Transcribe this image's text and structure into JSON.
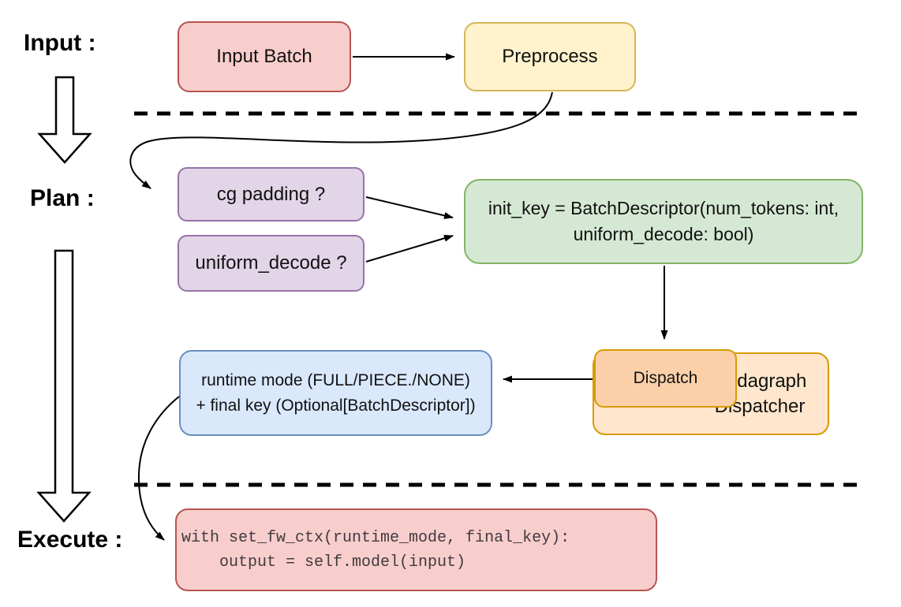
{
  "diagram": {
    "stage_labels": {
      "input": "Input :",
      "plan": "Plan :",
      "execute": "Execute :"
    },
    "nodes": {
      "input_batch": {
        "label": "Input Batch"
      },
      "preprocess": {
        "label": "Preprocess"
      },
      "cg_padding": {
        "label": "cg padding ?"
      },
      "uniform_decode": {
        "label": "uniform_decode ?"
      },
      "init_key": {
        "line1": "init_key = BatchDescriptor(num_tokens: int,",
        "line2": "uniform_decode: bool)"
      },
      "runtime_mode": {
        "line1": "runtime mode (FULL/PIECE./NONE)",
        "line2": "+ final key (Optional[BatchDescriptor])"
      },
      "dispatch": {
        "label": "Dispatch"
      },
      "cudagraph_dispatcher": {
        "label": "Cudagraph Dispatcher"
      },
      "execute_code": {
        "line1": "with set_fw_ctx(runtime_mode, final_key):",
        "line2": "    output = self.model(input)"
      }
    },
    "colors": {
      "red_fill": "#f8cecc",
      "red_stroke": "#b85450",
      "yellow_fill": "#fff2cc",
      "yellow_stroke": "#d6b656",
      "purple_fill": "#e1d5e7",
      "purple_stroke": "#9673a6",
      "green_fill": "#d5e8d4",
      "green_stroke": "#82b366",
      "blue_fill": "#dae8fc",
      "blue_stroke": "#6c8ebf",
      "orange_fill": "#ffe6cc",
      "orange_stroke": "#d79b00",
      "dispatch_fill": "#fbd0a9",
      "arrow_color": "#000000"
    }
  }
}
